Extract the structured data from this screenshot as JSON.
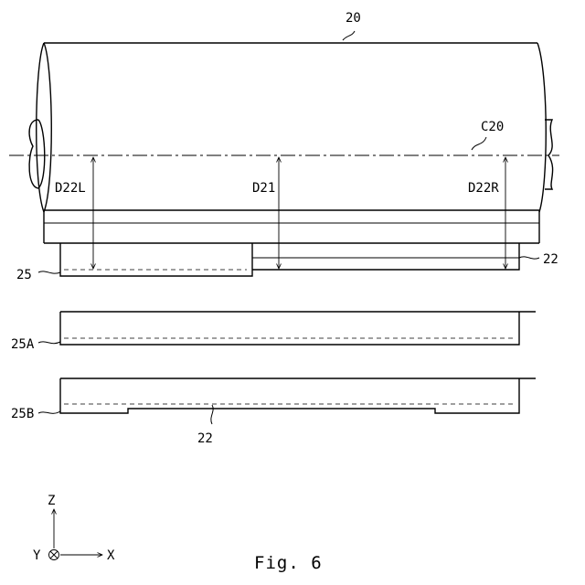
{
  "figure": {
    "caption": "Fig. 6"
  },
  "labels": {
    "roller": "20",
    "axis": "C20",
    "d22l": "D22L",
    "d21": "D21",
    "d22r": "D22R",
    "part22_top": "22",
    "part25": "25",
    "part25a": "25A",
    "part25b": "25B",
    "part22_bottom": "22"
  },
  "axes": {
    "z": "Z",
    "y": "Y",
    "x": "X"
  }
}
